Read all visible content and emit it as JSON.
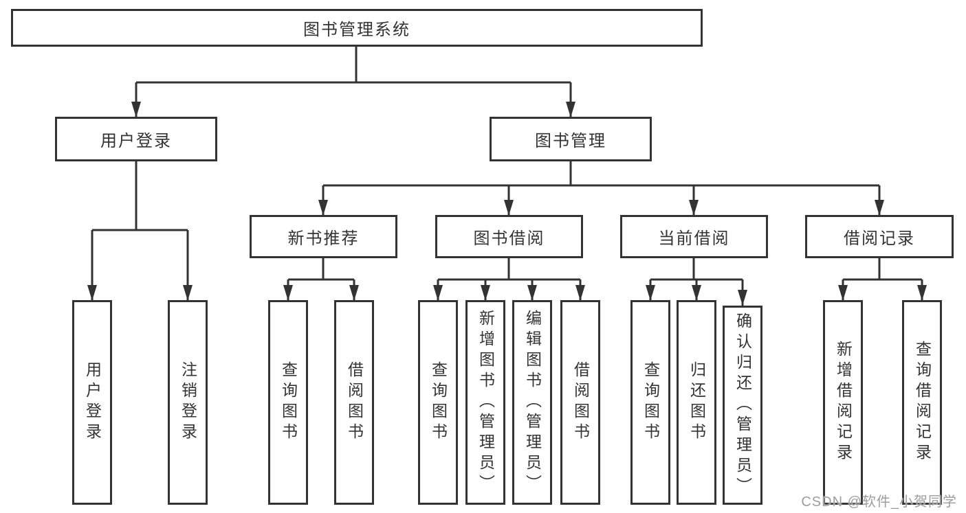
{
  "diagram": {
    "root": {
      "label": "图书管理系统"
    },
    "level2": [
      {
        "label": "用户登录"
      },
      {
        "label": "图书管理"
      }
    ],
    "level3": [
      {
        "label": "新书推荐"
      },
      {
        "label": "图书借阅"
      },
      {
        "label": "当前借阅"
      },
      {
        "label": "借阅记录"
      }
    ],
    "leaves": [
      {
        "label": "用户登录"
      },
      {
        "label": "注销登录"
      },
      {
        "label": "查询图书"
      },
      {
        "label": "借阅图书"
      },
      {
        "label": "查询图书"
      },
      {
        "label": "新增图书（管理员）"
      },
      {
        "label": "编辑图书（管理员）"
      },
      {
        "label": "借阅图书"
      },
      {
        "label": "查询图书"
      },
      {
        "label": "归还图书"
      },
      {
        "label": "确认归还（管理员）"
      },
      {
        "label": "新增借阅记录"
      },
      {
        "label": "查询借阅记录"
      }
    ],
    "watermark": "CSDN @软件_小贺同学",
    "colors": {
      "line": "#333333",
      "box_border": "#333333",
      "text": "#333333",
      "watermark": "#9d9d9d",
      "background": "#ffffff"
    }
  }
}
